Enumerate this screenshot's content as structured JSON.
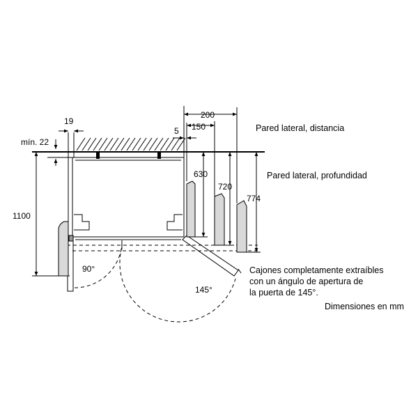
{
  "dimensions": {
    "d19": "19",
    "d22": "mín. 22",
    "d1100": "1100",
    "d200": "200",
    "d150": "150",
    "d5": "5",
    "d630": "630",
    "d720": "720",
    "d774": "774",
    "angle90": "90°",
    "angle145": "145°"
  },
  "labels": {
    "side_wall_distance": "Pared lateral, distancia",
    "side_wall_depth": "Pared lateral, profundidad",
    "drawers_line1": "Cajones completamente extraíbles",
    "drawers_line2": "con un ángulo de apertura de",
    "drawers_line3": "la puerta de 145°.",
    "units": "Dimensiones en mm"
  }
}
